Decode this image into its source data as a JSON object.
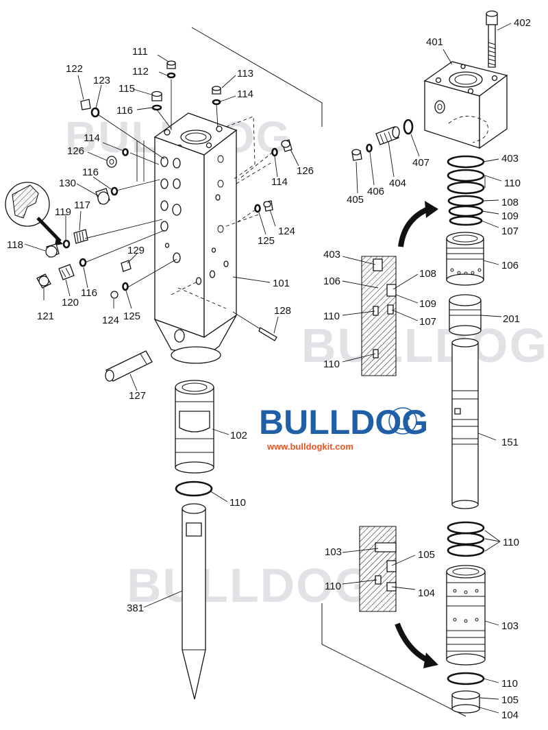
{
  "brand": {
    "name": "BULLDOG",
    "url": "www.bulldogkit.com",
    "color_name": "#1f5fa8",
    "color_url": "#e8531f",
    "watermark_text": "BULLDOG"
  },
  "labels": {
    "p111": "111",
    "p112": "112",
    "p113": "113",
    "p114a": "114",
    "p115": "115",
    "p116a": "116",
    "p122": "122",
    "p123": "123",
    "p114b": "114",
    "p126a": "126",
    "p116b": "116",
    "p130": "130",
    "p126b": "126",
    "p114c": "114",
    "p119": "119",
    "p117": "117",
    "p118": "118",
    "p129": "129",
    "p124a": "124",
    "p125a": "125",
    "p101": "101",
    "p121": "121",
    "p120": "120",
    "p116c": "116",
    "p124b": "124",
    "p125b": "125",
    "p128": "128",
    "p127": "127",
    "p102": "102",
    "p110a": "110",
    "p381": "381",
    "p401": "401",
    "p402": "402",
    "p407": "407",
    "p405": "405",
    "p406": "406",
    "p404": "404",
    "p403a": "403",
    "p110b": "110",
    "p108a": "108",
    "p109a": "109",
    "p107a": "107",
    "p106a": "106",
    "p403b": "403",
    "p106b": "106",
    "p108b": "108",
    "p109b": "109",
    "p110c": "110",
    "p107b": "107",
    "p110d": "110",
    "p201": "201",
    "p151": "151",
    "p110e": "110",
    "p103a": "103",
    "p105a": "105",
    "p110f": "110",
    "p104a": "104",
    "p103b": "103",
    "p110g": "110",
    "p105b": "105",
    "p104b": "104"
  }
}
